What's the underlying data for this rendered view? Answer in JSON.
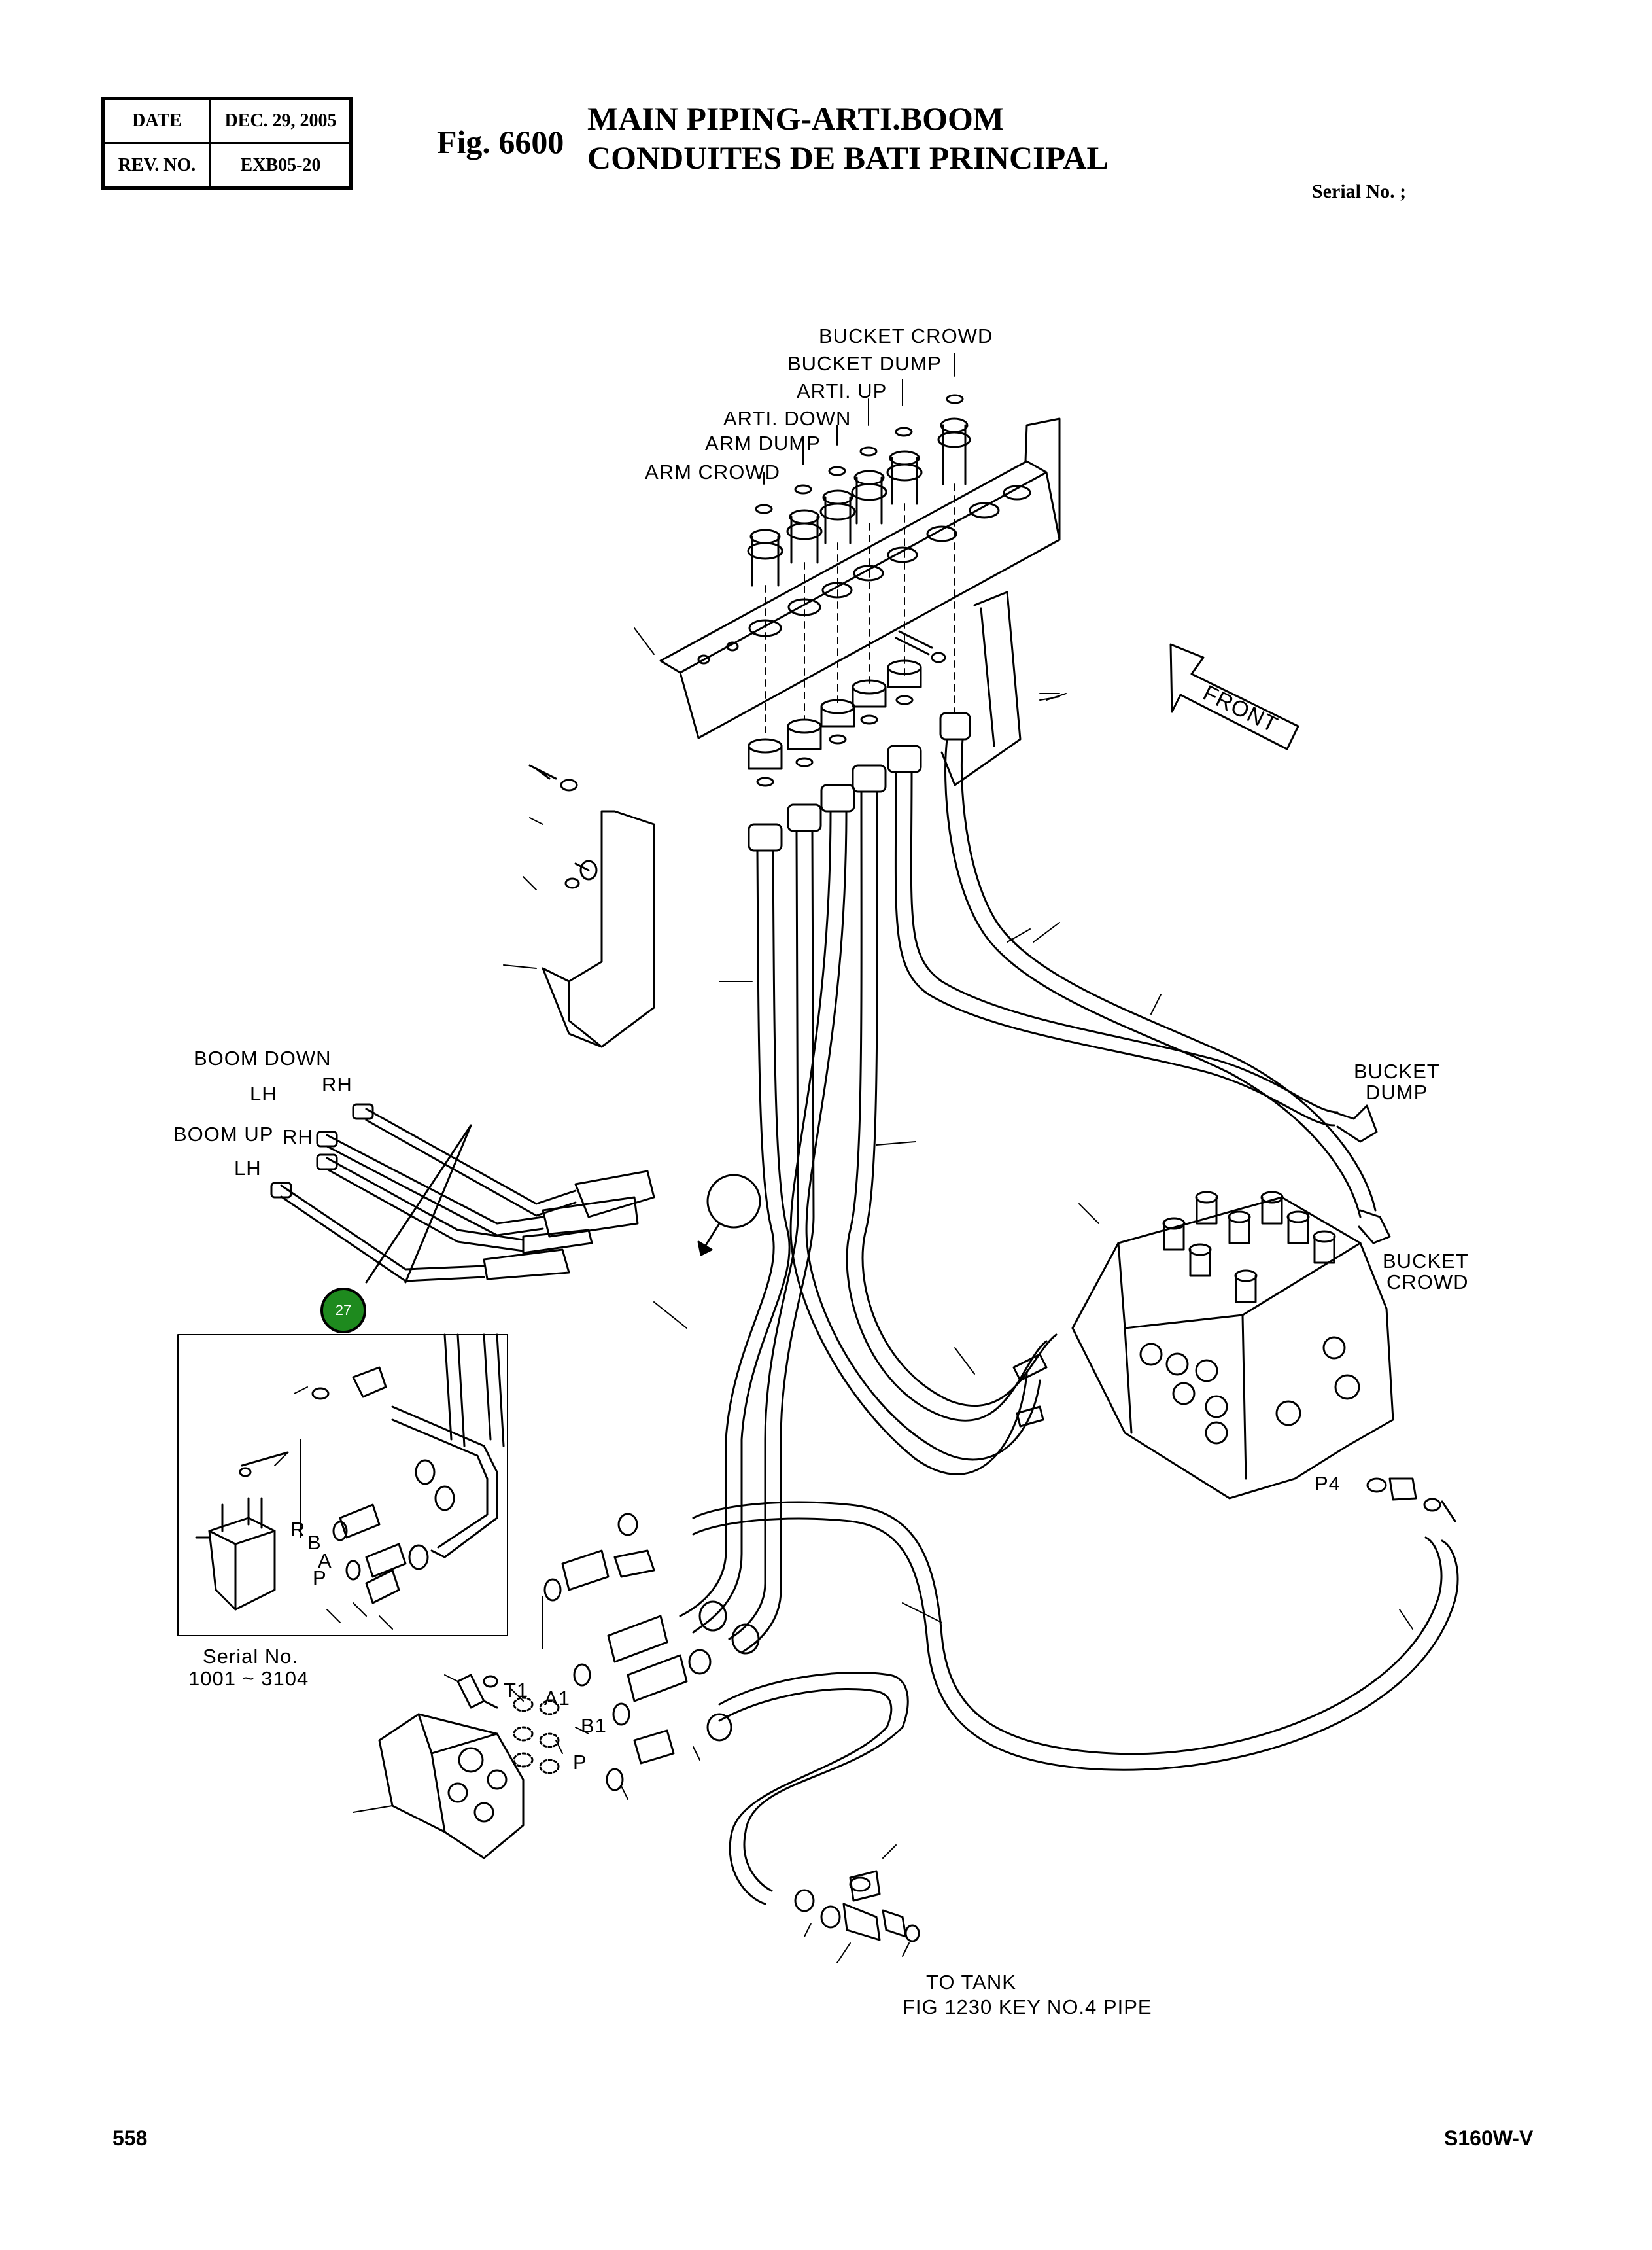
{
  "header": {
    "date_label": "DATE",
    "date_value": "DEC. 29, 2005",
    "rev_label": "REV. NO.",
    "rev_value": "EXB05-20",
    "fig_number": "Fig. 6600",
    "title_line1": "MAIN PIPING-ARTI.BOOM",
    "title_line2": "CONDUITES DE BATI PRINCIPAL",
    "serial": "Serial No. ;"
  },
  "port_labels": {
    "bucket_crowd_top": "BUCKET CROWD",
    "bucket_dump_top": "BUCKET DUMP",
    "arti_up": "ARTI. UP",
    "arti_down": "ARTI. DOWN",
    "arm_dump": "ARM DUMP",
    "arm_crowd": "ARM CROWD",
    "front": "FRONT",
    "boom_down": "BOOM DOWN",
    "boom_up": "BOOM UP",
    "lh_1": "LH",
    "rh_1": "RH",
    "rh_2": "RH",
    "lh_2": "LH",
    "bucket_dump_right_1": "BUCKET",
    "bucket_dump_right_2": "DUMP",
    "bucket_crowd_right_1": "BUCKET",
    "bucket_crowd_right_2": "CROWD",
    "p4": "P4",
    "inset_r": "R",
    "inset_b": "B",
    "inset_a": "A",
    "inset_p": "P",
    "serial_no": "Serial No.",
    "serial_range": "1001 ~ 3104",
    "t1": "T1",
    "a1": "A1",
    "b1": "B1",
    "p": "P",
    "to_tank_1": "TO TANK",
    "to_tank_2": "FIG 1230 KEY NO.4 PIPE"
  },
  "callout": {
    "number": "27",
    "color": "#1e8a1e"
  },
  "footer": {
    "page_number": "558",
    "model": "S160W-V"
  }
}
